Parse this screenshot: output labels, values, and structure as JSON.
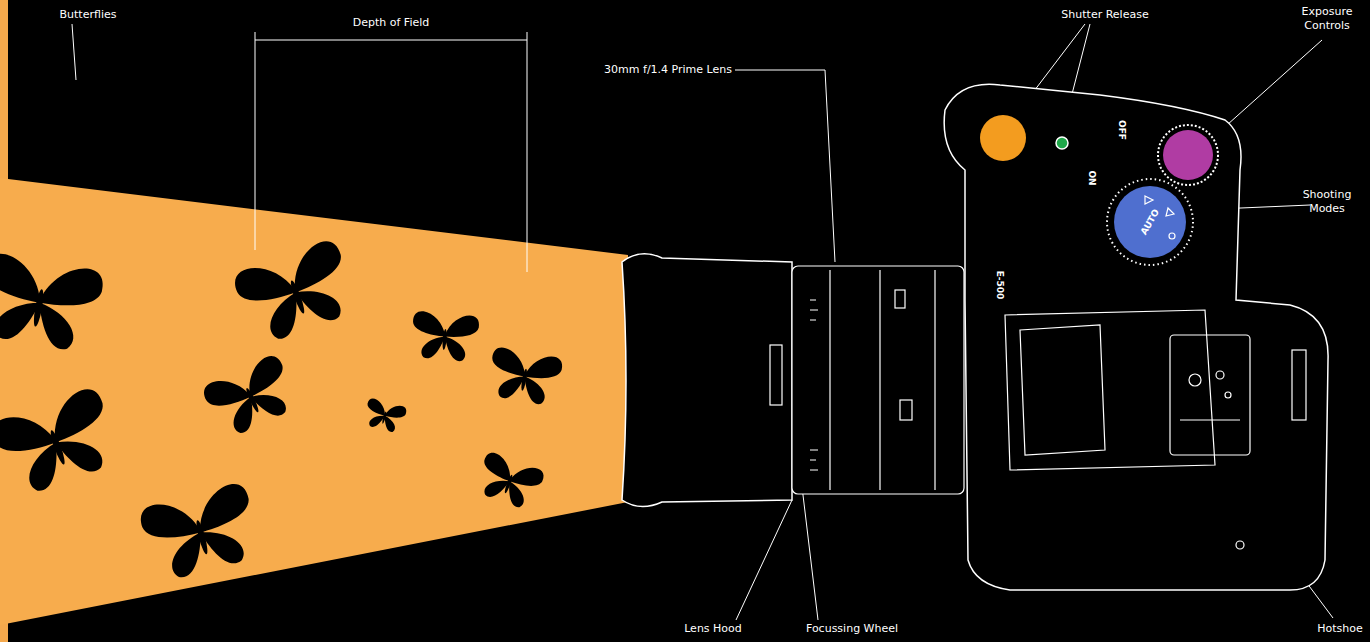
{
  "diagram": {
    "labels": [
      "Butterflies",
      "Depth of Field",
      "30mm f/1.4 Prime Lens",
      "Shutter Release",
      "Exposure Controls",
      "Shooting Modes",
      "Lens Hood",
      "Focussing Wheel",
      "Hotshoe",
      "E-500",
      "ON",
      "OFF",
      "AUTO"
    ]
  }
}
